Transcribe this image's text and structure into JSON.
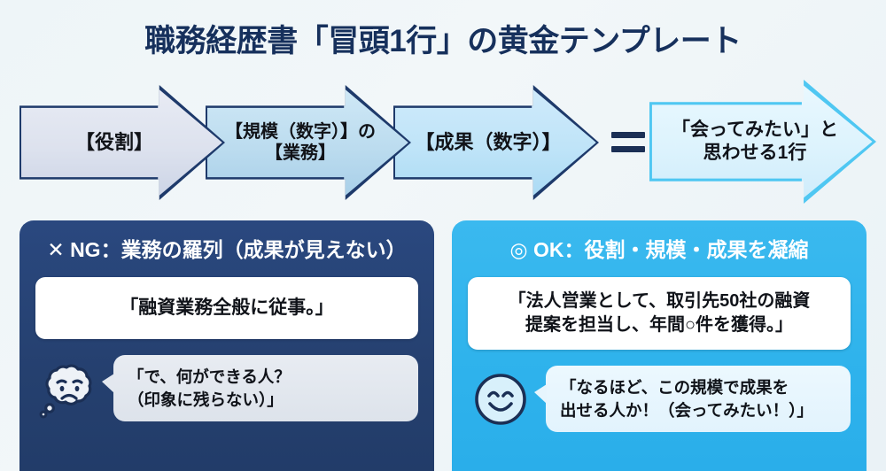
{
  "title": "職務経歴書「冒頭1行」の黄金テンプレート",
  "colors": {
    "background": "#eef5f8",
    "navy": "#223c69",
    "navy_border": "#1e3a6b",
    "cyan": "#2fb3ec",
    "cyan_glow": "#4fc7f2",
    "arrow1_fill": "#dde2ee",
    "arrow2_fill": "#bcdcef",
    "arrow3_fill": "#bfe4f8",
    "arrow4_fill": "#ddf3fd",
    "title_color": "#16305c"
  },
  "flow": {
    "equals_symbol": "=",
    "steps": [
      {
        "id": "role",
        "text": "【役割】"
      },
      {
        "id": "scale",
        "line1": "【規模（数字）】の",
        "line2": "【業務】"
      },
      {
        "id": "result",
        "text": "【成果（数字）】"
      },
      {
        "id": "outcome",
        "line1": "「会ってみたい」と",
        "line2": "思わせる1行"
      }
    ]
  },
  "panels": {
    "ng": {
      "header": "✕ NG：業務の羅列（成果が見えない）",
      "example": "「融資業務全般に従事。」",
      "face_icon": "sad-cloud-face-icon",
      "reaction_line1": "「で、何ができる人？",
      "reaction_line2": "（印象に残らない）」"
    },
    "ok": {
      "header": "◎ OK：役割・規模・成果を凝縮",
      "example_line1": "「法人営業として、取引先50社の融資",
      "example_line2": "提案を担当し、年間○件を獲得。」",
      "face_icon": "smiling-face-icon",
      "reaction_line1": "「なるほど、この規模で成果を",
      "reaction_line2": "出せる人か！（会ってみたい！）」"
    }
  }
}
